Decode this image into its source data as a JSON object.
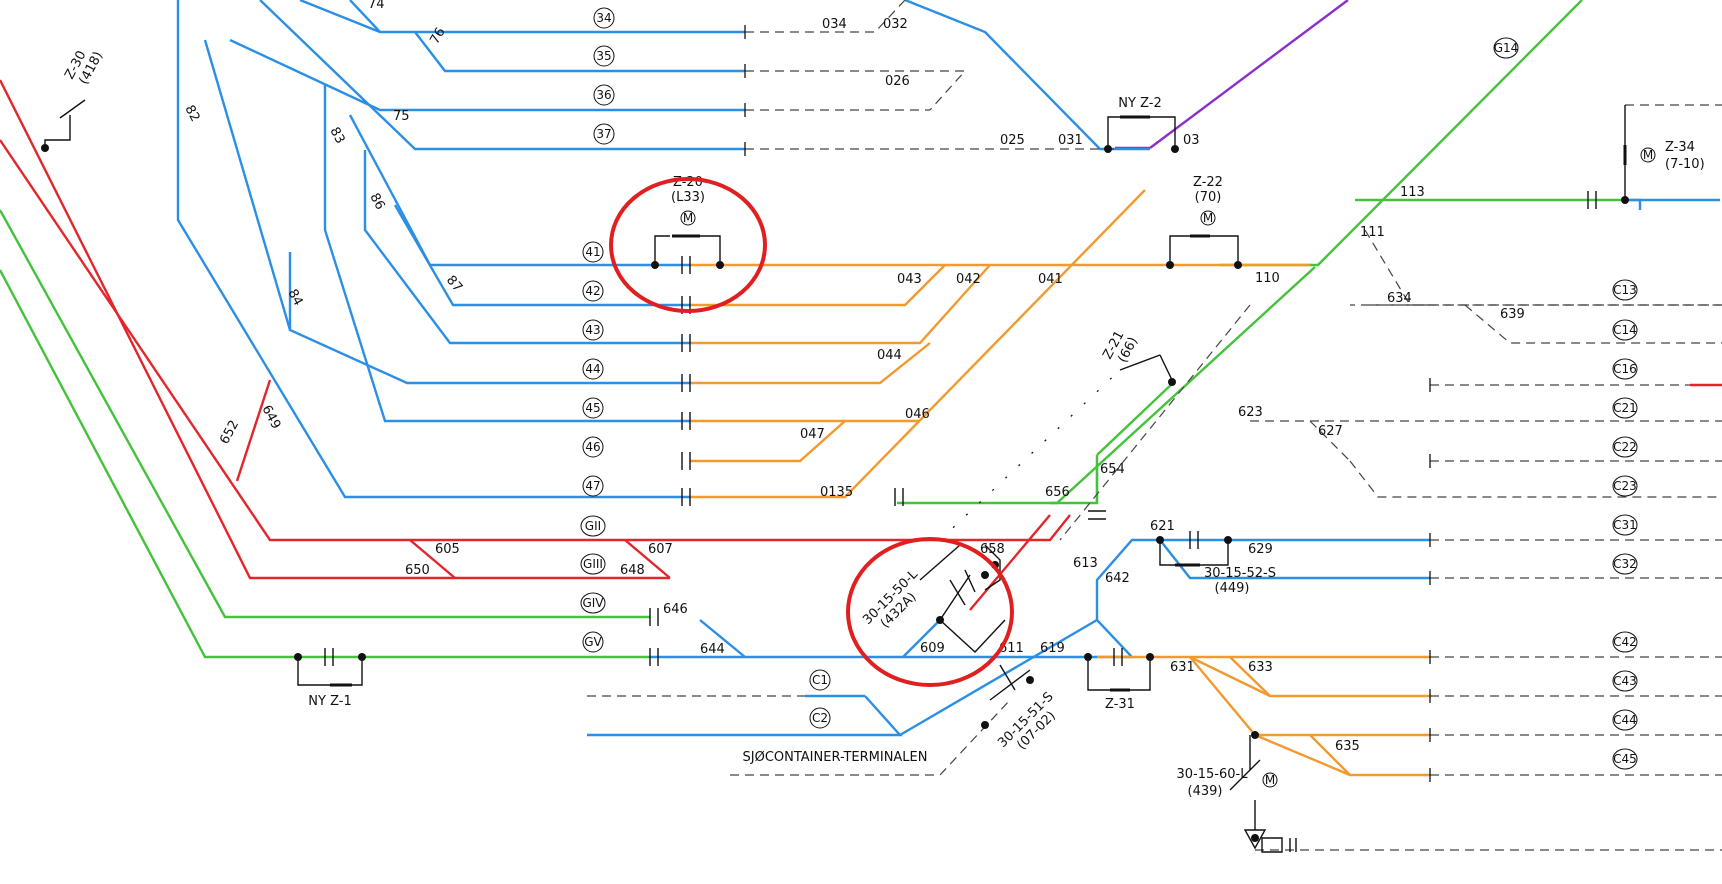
{
  "colors": {
    "blue": "#2b8fe6",
    "orange": "#f29a2e",
    "green": "#44c23a",
    "red": "#e3262b",
    "purple": "#8b2fc9",
    "highlight": "#e02020"
  },
  "track_labels": [
    "34",
    "35",
    "36",
    "37",
    "41",
    "42",
    "43",
    "44",
    "45",
    "46",
    "47",
    "GII",
    "GIII",
    "GIV",
    "GV",
    "G14",
    "C1",
    "C2",
    "C13",
    "C14",
    "C16",
    "C21",
    "C22",
    "C23",
    "C31",
    "C32",
    "C42",
    "C43",
    "C44",
    "C45"
  ],
  "switch_numbers": [
    "74",
    "76",
    "75",
    "82",
    "83",
    "86",
    "84",
    "87",
    "649",
    "652",
    "034",
    "032",
    "026",
    "025",
    "031",
    "03",
    "043",
    "042",
    "041",
    "044",
    "046",
    "047",
    "0135",
    "110",
    "113",
    "111",
    "634",
    "639",
    "623",
    "627",
    "654",
    "656",
    "658",
    "605",
    "607",
    "650",
    "648",
    "646",
    "644",
    "609",
    "611",
    "619",
    "613",
    "642",
    "621",
    "629",
    "631",
    "633",
    "635"
  ],
  "devices": {
    "z20_name": "Z-20",
    "z20_sub": "(L33)",
    "z22_name": "Z-22",
    "z22_sub": "(70)",
    "z21_name": "Z-21",
    "z21_sub": "(66)",
    "z30_name": "Z-30",
    "z30_sub": "(418)",
    "z34_name": "Z-34",
    "z34_sub": "(7-10)",
    "nyz2": "NY Z-2",
    "nyz1": "NY Z-1",
    "z31": "Z-31",
    "d3015_50_name": "30-15-50-L",
    "d3015_50_sub": "(432A)",
    "d3015_52_name": "30-15-52-S",
    "d3015_52_sub": "(449)",
    "d3015_51_name": "30-15-51-S",
    "d3015_51_sub": "(07-02)",
    "d3015_60_name": "30-15-60-L",
    "d3015_60_sub": "(439)",
    "motor": "M"
  },
  "terminal_label": "SJØCONTAINER-TERMINALEN"
}
